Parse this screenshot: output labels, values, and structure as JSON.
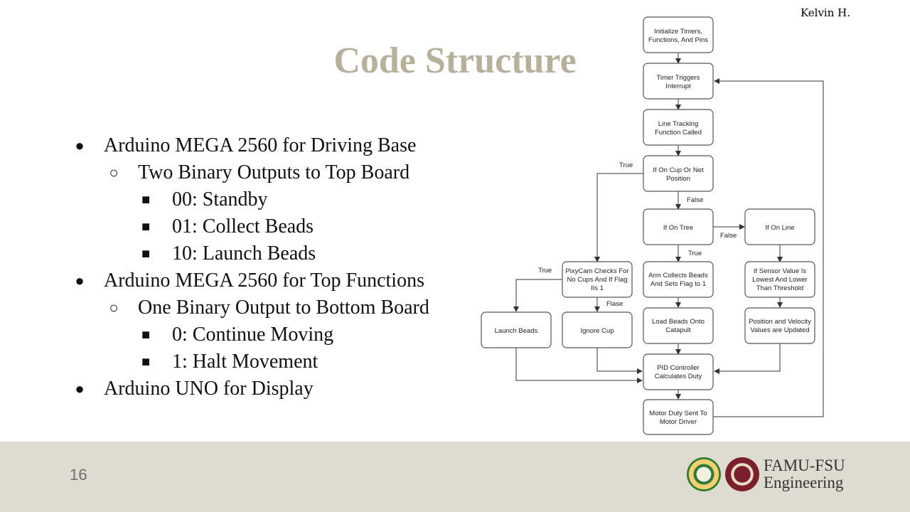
{
  "author": "Kelvin H.",
  "title": "Code Structure",
  "page_number": "16",
  "bullets": [
    {
      "text": "Arduino MEGA 2560 for Driving Base"
    },
    {
      "text": "Two Binary Outputs to Top Board"
    },
    {
      "text": "00: Standby"
    },
    {
      "text": "01: Collect Beads"
    },
    {
      "text": "10: Launch Beads"
    },
    {
      "text": "Arduino MEGA 2560 for Top Functions"
    },
    {
      "text": "One Binary Output to Bottom Board"
    },
    {
      "text": "0: Continue Moving"
    },
    {
      "text": "1: Halt Movement"
    },
    {
      "text": "Arduino UNO for Display"
    }
  ],
  "bullet_markers": {
    "level1": "●",
    "level2": "○",
    "level3": "■"
  },
  "flowchart": {
    "nodes": {
      "init": [
        "Initialize Timers,",
        "Functions, And Pins"
      ],
      "timer": [
        "Timer Triggers",
        "Interrupt"
      ],
      "line_tracking": [
        "Line Tracking",
        "Function Called"
      ],
      "on_cup_net": [
        "If On Cup Or Net",
        "Position"
      ],
      "on_tree": [
        "If On Tree"
      ],
      "on_line": [
        "If On Line"
      ],
      "pixycam": [
        "PixyCam Checks For",
        "No Cups And If Flag",
        "IIs 1"
      ],
      "arm_collects": [
        "Arm Collects Beads",
        "And Sets Flag to 1"
      ],
      "sensor": [
        "If Sensor Value Is",
        "Lowest And Lower",
        "Than Threshold"
      ],
      "launch": [
        "Launch Beads"
      ],
      "ignore": [
        "Ignore Cup"
      ],
      "load": [
        "Load Beads Onto",
        "Catapult"
      ],
      "position": [
        "Position and Velocity",
        "Values are Updated"
      ],
      "pid": [
        "PID Controller",
        "Calculates Duty"
      ],
      "motor": [
        "Motor Duty Sent To",
        "Motor Driver"
      ]
    },
    "edge_labels": {
      "cup_true": "True",
      "cup_false": "False",
      "tree_false": "False",
      "tree_true": "True",
      "pixy_true": "True",
      "pixy_false": "Flase"
    }
  },
  "footer": {
    "logo_line1": "FAMU-FSU",
    "logo_line2": "Engineering"
  }
}
